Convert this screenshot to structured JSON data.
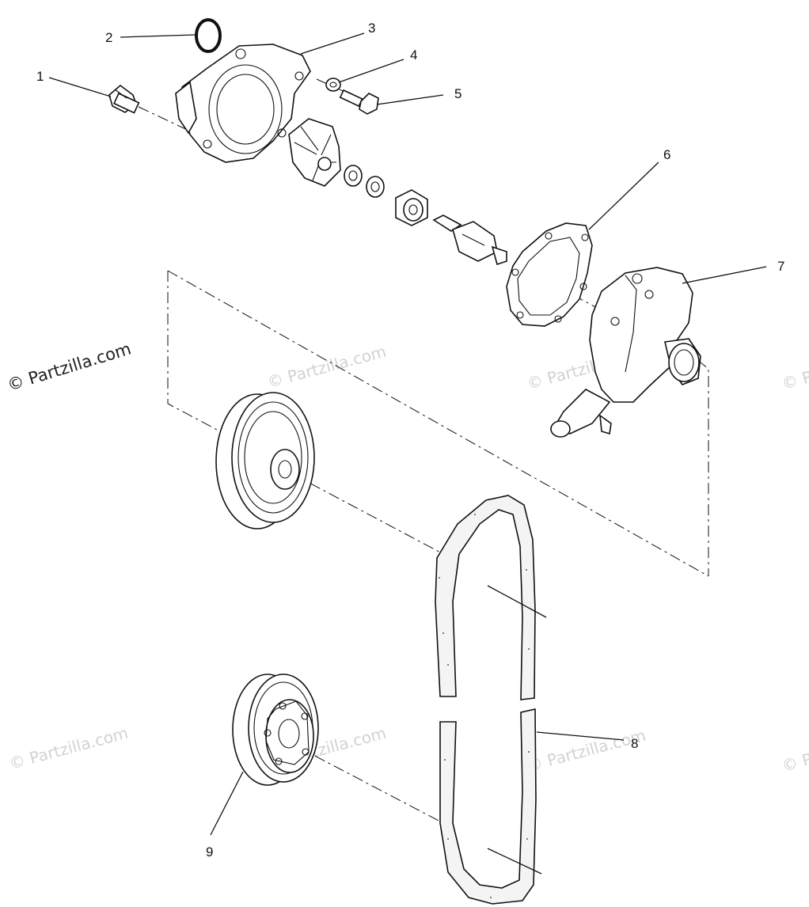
{
  "watermark": {
    "main": "© Partzilla.com",
    "faint": "© Partzilla.com"
  },
  "callouts": [
    "1",
    "2",
    "3",
    "4",
    "5",
    "6",
    "7",
    "8",
    "9"
  ],
  "colors": {
    "ink": "#111111",
    "watermark": "#d2d2d2",
    "background": "#ffffff"
  }
}
